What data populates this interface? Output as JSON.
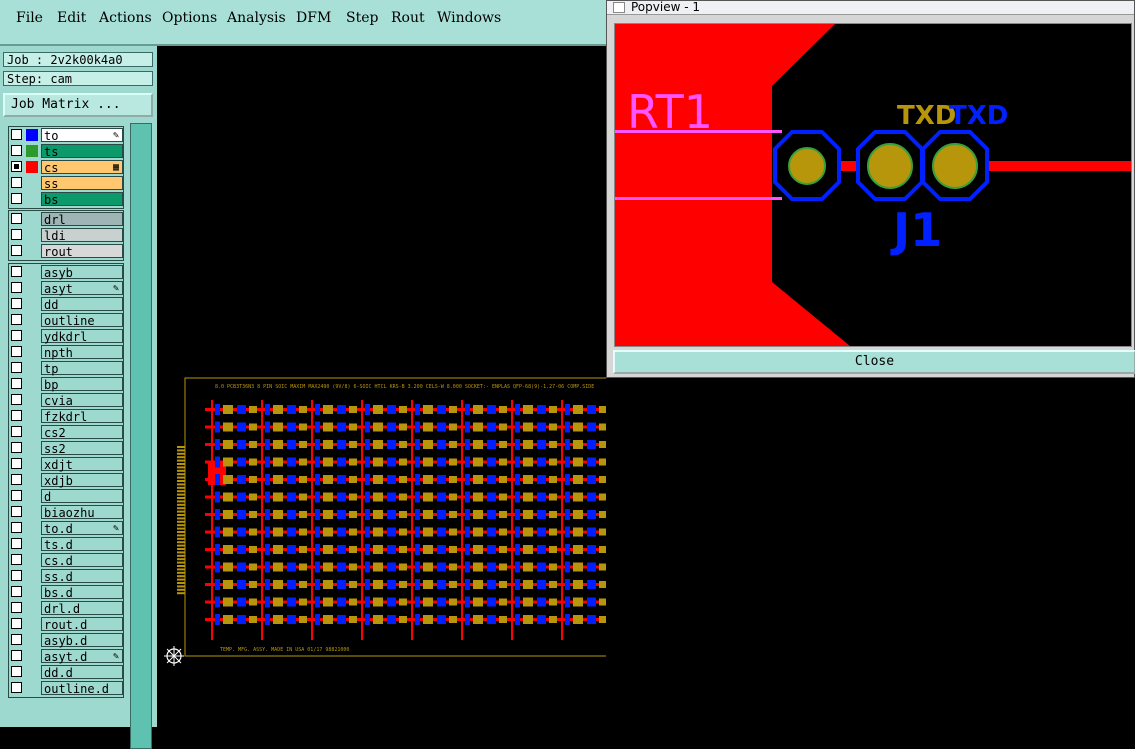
{
  "menu": [
    "File",
    "Edit",
    "Actions",
    "Options",
    "Analysis",
    "DFM",
    "Step",
    "Rout",
    "Windows"
  ],
  "job": "Job : 2v2k00k4a0",
  "step": "Step: cam",
  "job_matrix": "Job Matrix ...",
  "layers_board": [
    {
      "name": "to",
      "color": "#0000ff",
      "bg": "#ffffff",
      "checked": false,
      "mark": "pen"
    },
    {
      "name": "ts",
      "color": "#2e9a2e",
      "bg": "#0c9a6a",
      "checked": false,
      "mark": ""
    },
    {
      "name": "cs",
      "color": "#ff0000",
      "bg": "#ffc870",
      "checked": true,
      "mark": "grid"
    },
    {
      "name": "ss",
      "color": "",
      "bg": "#ffc870",
      "checked": false,
      "mark": ""
    },
    {
      "name": "bs",
      "color": "",
      "bg": "#0c9a6a",
      "checked": false,
      "mark": ""
    }
  ],
  "layers_drill": [
    {
      "name": "drl",
      "bg": "#9fb4b4"
    },
    {
      "name": "ldi",
      "bg": "#c8d0d0"
    },
    {
      "name": "rout",
      "bg": "#d8d8d8"
    }
  ],
  "layers_misc": [
    {
      "name": "asyb",
      "mark": ""
    },
    {
      "name": "asyt",
      "mark": "pen"
    },
    {
      "name": "dd",
      "mark": ""
    },
    {
      "name": "outline",
      "mark": ""
    },
    {
      "name": "ydkdrl",
      "mark": ""
    },
    {
      "name": "npth",
      "mark": ""
    },
    {
      "name": "tp",
      "mark": ""
    },
    {
      "name": "bp",
      "mark": ""
    },
    {
      "name": "cvia",
      "mark": ""
    },
    {
      "name": "fzkdrl",
      "mark": ""
    },
    {
      "name": "cs2",
      "mark": ""
    },
    {
      "name": "ss2",
      "mark": ""
    },
    {
      "name": "xdjt",
      "mark": ""
    },
    {
      "name": "xdjb",
      "mark": ""
    },
    {
      "name": "d",
      "mark": ""
    },
    {
      "name": "biaozhu",
      "mark": ""
    },
    {
      "name": "to.d",
      "mark": "pen"
    },
    {
      "name": "ts.d",
      "mark": ""
    },
    {
      "name": "cs.d",
      "mark": ""
    },
    {
      "name": "ss.d",
      "mark": ""
    },
    {
      "name": "bs.d",
      "mark": ""
    },
    {
      "name": "drl.d",
      "mark": ""
    },
    {
      "name": "rout.d",
      "mark": ""
    },
    {
      "name": "asyb.d",
      "mark": ""
    },
    {
      "name": "asyt.d",
      "mark": "pen"
    },
    {
      "name": "dd.d",
      "mark": ""
    },
    {
      "name": "outline.d",
      "mark": ""
    }
  ],
  "popview": {
    "title": "Popview - 1",
    "labels": {
      "rt1": "RT1",
      "txd1": "TXD",
      "txd2": "TXD",
      "j1": "J1"
    },
    "close": "Close"
  },
  "board": {
    "header_text": "8.0 PCB3T36N3 8 PIN SOIC MAXIM MAX2490 (9V/8) 6-SOIC HTCL KRS-B 3.200 CELS-W 8.000 SOCKET:- ENPLAS QFP-68(9)-1.27-06 COMP.SIDE",
    "footer_text": "TEMP. MFG. ASSY. MADE IN USA 01/17 98821000"
  },
  "colors": {
    "menubar": "#a8e0d8",
    "panel": "#9ed9d0",
    "copper": "#ff0000",
    "pad": "#b8960c",
    "outline_blue": "#0020ff"
  }
}
